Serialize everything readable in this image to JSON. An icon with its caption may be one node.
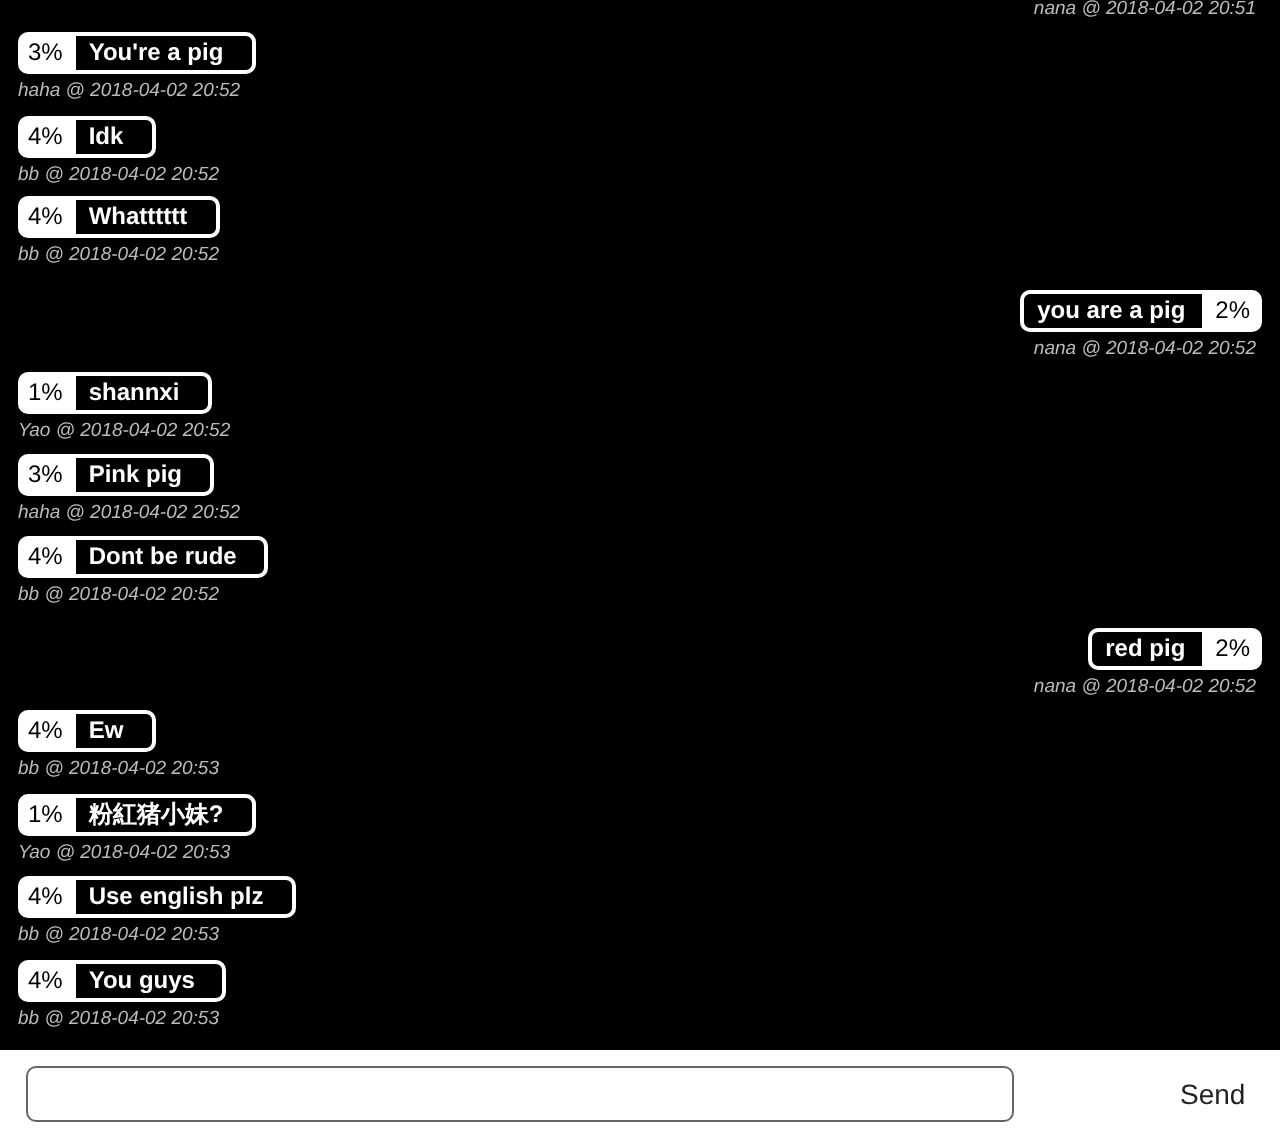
{
  "diagram": {
    "nodes": [
      {
        "text": [
          "3%",
          "You're a pig"
        ],
        "beside": [
          "haha @ 2018-04-02 20:52"
        ]
      },
      {
        "text": [
          "4%",
          "Idk"
        ],
        "beside": [
          "bb @ 2018-04-02 20:52"
        ]
      },
      {
        "text": [
          "4%",
          "Whatttttt"
        ],
        "beside": [
          "bb @ 2018-04-02 20:52"
        ]
      },
      {
        "text": [
          "you are a pig",
          "2%"
        ],
        "beside": [
          "nana @ 2018-04-02 20:52"
        ]
      },
      {
        "text": [
          "1%",
          "shannxi"
        ],
        "beside": [
          "Yao @ 2018-04-02 20:52"
        ]
      },
      {
        "text": [
          "3%",
          "Pink pig"
        ],
        "beside": [
          "haha @ 2018-04-02 20:52"
        ]
      },
      {
        "text": [
          "4%",
          "Dont be rude"
        ],
        "beside": [
          "bb @ 2018-04-02 20:52"
        ]
      },
      {
        "text": [
          "red pig",
          "2%"
        ],
        "beside": [
          "nana @ 2018-04-02 20:52"
        ]
      },
      {
        "text": [
          "4%",
          "Ew"
        ],
        "beside": [
          "bb @ 2018-04-02 20:53"
        ]
      },
      {
        "text": [
          "1%",
          "粉紅猪小妹?"
        ],
        "beside": [
          "Yao @ 2018-04-02 20:53"
        ]
      },
      {
        "text": [
          "4%",
          "Use english plz"
        ],
        "beside": [
          "bb @ 2018-04-02 20:53"
        ]
      },
      {
        "text": [
          "4%",
          "You guys"
        ],
        "beside": [
          "bb @ 2018-04-02 20:53"
        ]
      }
    ],
    "labels": [
      "nana @ 2018-04-02 20:51",
      "Send"
    ]
  }
}
